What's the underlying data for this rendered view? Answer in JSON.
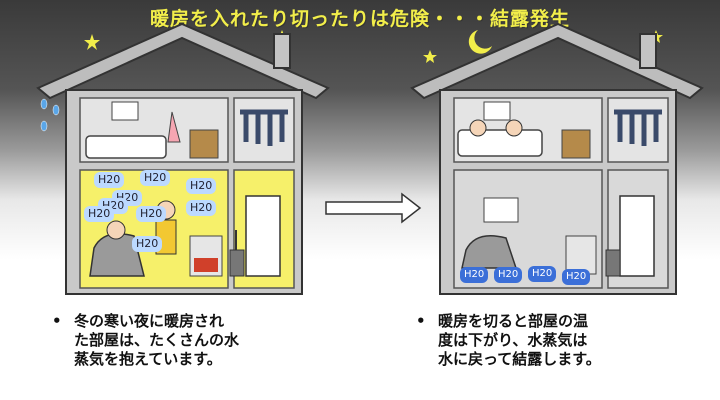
{
  "title": "暖房を入れたり切ったりは危険・・・結露発生",
  "h2o_label": "H20",
  "left_caption": {
    "bullet": "•",
    "lines": [
      "冬の寒い夜に暖房され",
      "た部屋は、たくさんの水",
      "蒸気を抱えています。"
    ]
  },
  "right_caption": {
    "bullet": "•",
    "lines": [
      "暖房を切ると部屋の温",
      "度は下がり、水蒸気は",
      "水に戻って結露します。"
    ]
  },
  "colors": {
    "title": "#f2ee4a",
    "warm_room": "#f6f06a",
    "house_wall": "#c9c9c9",
    "droplet_bubble": "#bcd9ff",
    "condensation_bubble": "#3b6fd8"
  }
}
